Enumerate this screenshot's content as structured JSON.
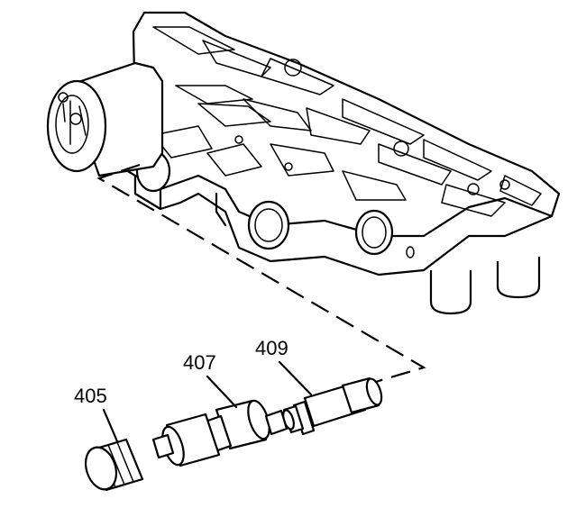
{
  "callouts": [
    {
      "id": "405",
      "label": "405"
    },
    {
      "id": "407",
      "label": "407"
    },
    {
      "id": "409",
      "label": "409"
    }
  ]
}
